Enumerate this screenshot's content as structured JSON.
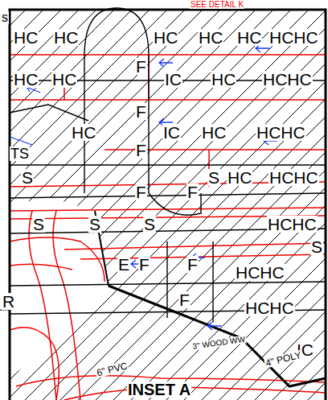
{
  "diagram": {
    "labels": [
      "SEE DETAIL K",
      "s",
      "HC",
      "HC",
      "HC",
      "HC",
      "HC",
      "HCHC",
      "F",
      "HC",
      "HC",
      "IC",
      "HC",
      "HCHC",
      "F",
      "HC",
      "F",
      "IC",
      "HC",
      "HCHC",
      "TS",
      "S",
      "F",
      "F",
      "S",
      "HC",
      "HCHC",
      "S",
      "S",
      "S",
      "HCHC",
      "S",
      "E",
      "F",
      "F",
      "HCHC",
      "R",
      "F",
      "HCHC",
      "IC",
      "3\" WOOD WW",
      "6\" PVC",
      "4\" POLY",
      "INSET A"
    ]
  }
}
